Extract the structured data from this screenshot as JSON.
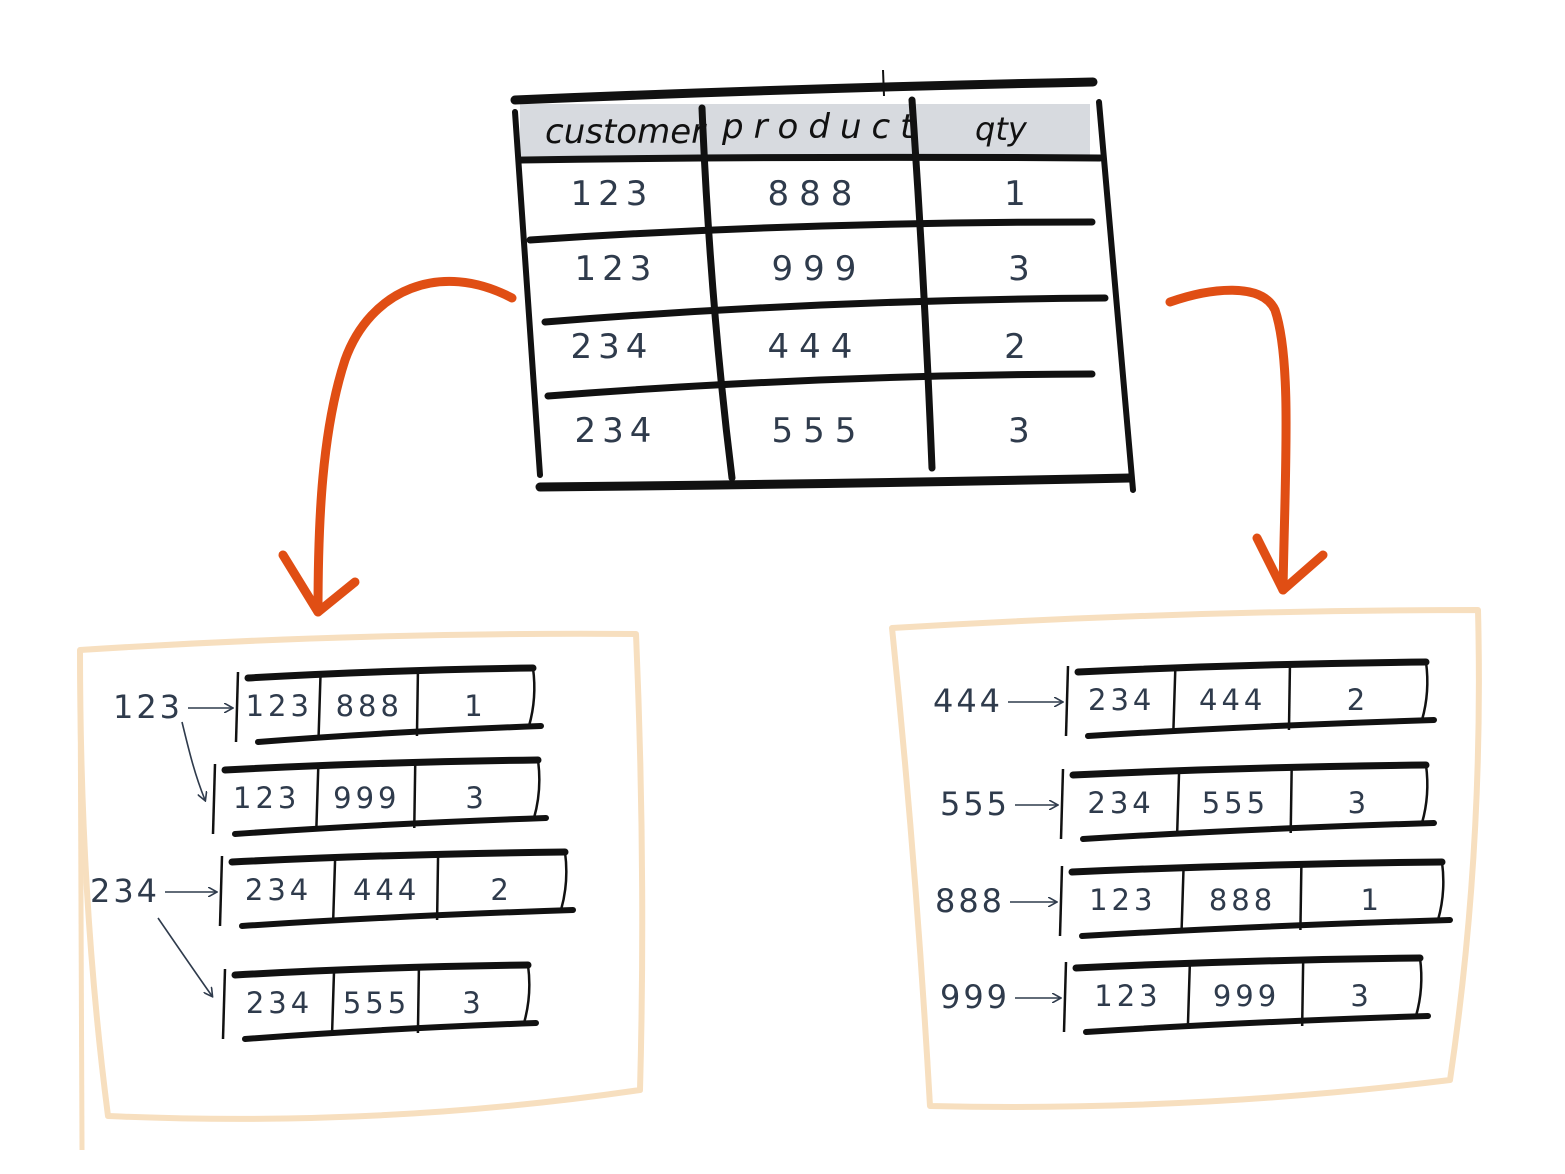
{
  "source_table": {
    "columns": [
      "customer",
      "product",
      "qty"
    ],
    "rows": [
      [
        "123",
        "888",
        "1"
      ],
      [
        "123",
        "999",
        "3"
      ],
      [
        "234",
        "444",
        "2"
      ],
      [
        "234",
        "555",
        "3"
      ]
    ]
  },
  "customer_index": {
    "entries": [
      {
        "key": "123",
        "row": [
          "123",
          "888",
          "1"
        ]
      },
      {
        "key": "",
        "row": [
          "123",
          "999",
          "3"
        ]
      },
      {
        "key": "234",
        "row": [
          "234",
          "444",
          "2"
        ]
      },
      {
        "key": "",
        "row": [
          "234",
          "555",
          "3"
        ]
      }
    ]
  },
  "product_index": {
    "entries": [
      {
        "key": "444",
        "row": [
          "234",
          "444",
          "2"
        ]
      },
      {
        "key": "555",
        "row": [
          "234",
          "555",
          "3"
        ]
      },
      {
        "key": "888",
        "row": [
          "123",
          "888",
          "1"
        ]
      },
      {
        "key": "999",
        "row": [
          "123",
          "999",
          "3"
        ]
      }
    ]
  },
  "colors": {
    "ink": "#111111",
    "hand_ink": "#2f3b4c",
    "arrow": "#e04e14",
    "panel_border": "#f7dfbf",
    "header_fill": "#c9ced4"
  }
}
